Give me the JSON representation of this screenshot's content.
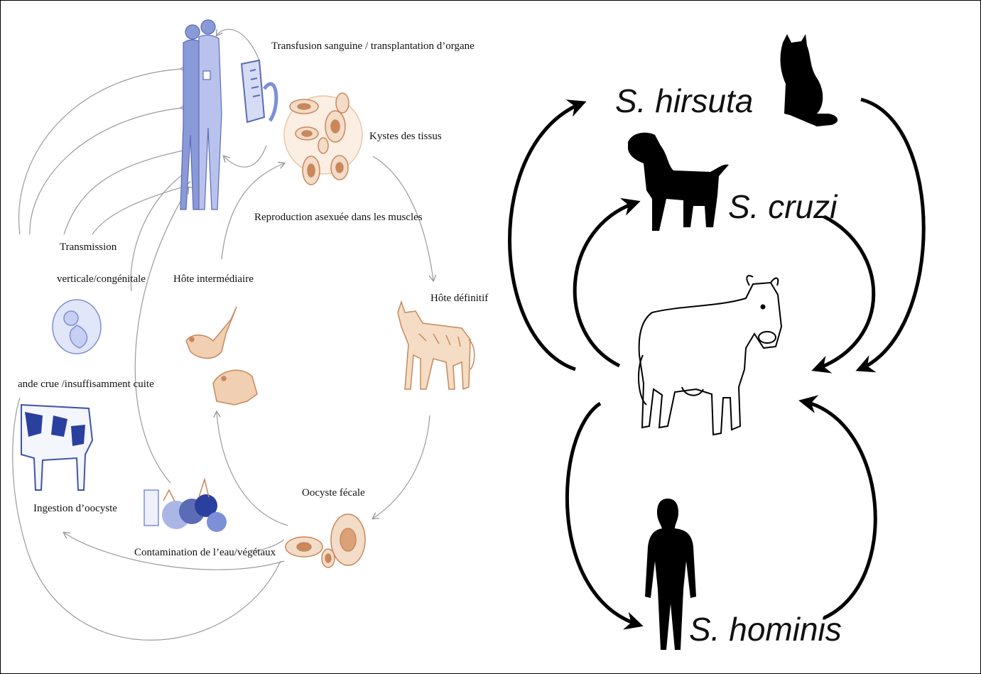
{
  "left_cycle": {
    "labels": {
      "transfusion": "Transfusion sanguine / transplantation d’organe",
      "tissue_cysts": "Kystes des tissus",
      "asexual_reproduction": "Reproduction asexuée dans les muscles",
      "intermediate_host": "Hôte intermédiaire",
      "definitive_host": "Hôte définitif",
      "vertical_line1": "Transmission",
      "vertical_line2": "verticale/congénitale",
      "raw_meat": "ande crue /insuffisamment cuite",
      "oocyst_ingestion": "Ingestion d’oocyste",
      "water_contamination": "Contamination de l’eau/végétaux",
      "fecal_oocyst": "Oocyste fécale"
    },
    "icons": {
      "humans": "human-couple-icon",
      "transfusion": "blood-bag-icon",
      "cysts": "tissue-cyst-icon",
      "cat": "cat-icon",
      "bird_rodent": "bird-rodent-icon",
      "fetus": "fetus-icon",
      "cow": "cow-icon",
      "food": "vegetables-icon",
      "oocyst": "oocyst-icon"
    },
    "colors": {
      "human": "#7d8fd6",
      "parasite": "#c9875a",
      "arrow": "#9a9a9a"
    }
  },
  "right_cycle": {
    "species": {
      "hirsuta": "S. hirsuta",
      "cruzi": "S. cruzi",
      "hominis": "S. hominis"
    },
    "icons": {
      "cat": "cat-silhouette-icon",
      "dog": "dog-silhouette-icon",
      "cow": "cow-outline-icon",
      "human": "human-silhouette-icon"
    },
    "colors": {
      "arrow": "#000000"
    }
  }
}
